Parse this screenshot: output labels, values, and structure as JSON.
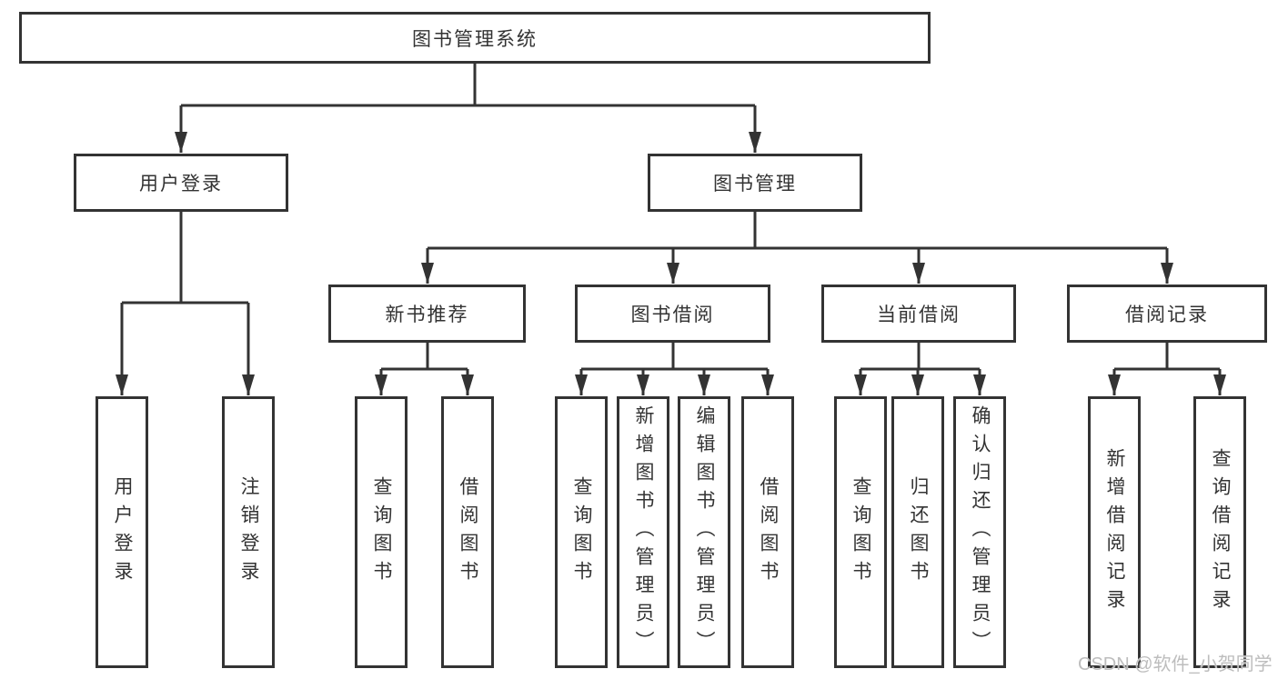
{
  "tree": {
    "label": "图书管理系统",
    "children": [
      {
        "label": "用户登录",
        "children": [
          {
            "label": "用户登录"
          },
          {
            "label": "注销登录"
          }
        ]
      },
      {
        "label": "图书管理",
        "children": [
          {
            "label": "新书推荐",
            "children": [
              {
                "label": "查询图书"
              },
              {
                "label": "借阅图书"
              }
            ]
          },
          {
            "label": "图书借阅",
            "children": [
              {
                "label": "查询图书"
              },
              {
                "label": "新增图书（管理员）"
              },
              {
                "label": "编辑图书（管理员）"
              },
              {
                "label": "借阅图书"
              }
            ]
          },
          {
            "label": "当前借阅",
            "children": [
              {
                "label": "查询图书"
              },
              {
                "label": "归还图书"
              },
              {
                "label": "确认归还（管理员）"
              }
            ]
          },
          {
            "label": "借阅记录",
            "children": [
              {
                "label": "新增借阅记录"
              },
              {
                "label": "查询借阅记录"
              }
            ]
          }
        ]
      }
    ]
  },
  "watermark": {
    "text": "CSDN @软件_小贺同学"
  },
  "colors": {
    "line": "#333333",
    "box_border": "#333333",
    "text": "#333333",
    "watermark": "#bdbdbd",
    "background": "#ffffff"
  }
}
